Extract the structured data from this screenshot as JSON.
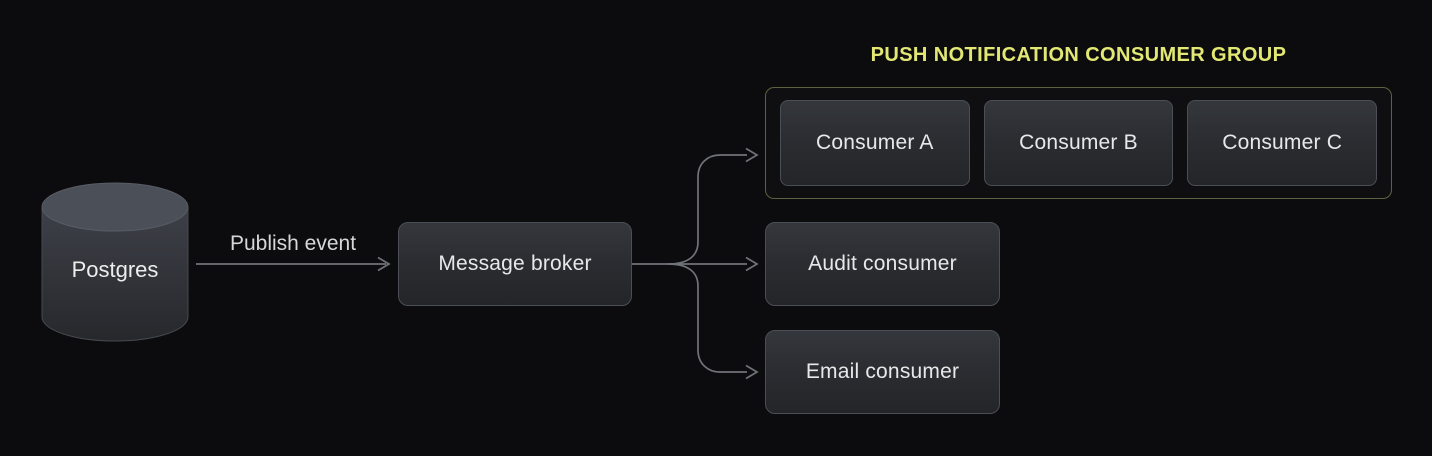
{
  "diagram": {
    "group": {
      "title": "PUSH NOTIFICATION CONSUMER GROUP",
      "members": [
        "Consumer A",
        "Consumer B",
        "Consumer C"
      ]
    },
    "nodes": {
      "postgres": {
        "label": "Postgres",
        "shape": "database-cylinder"
      },
      "message_broker": {
        "label": "Message broker"
      },
      "consumer_a": {
        "label": "Consumer A"
      },
      "consumer_b": {
        "label": "Consumer B"
      },
      "consumer_c": {
        "label": "Consumer C"
      },
      "audit_consumer": {
        "label": "Audit consumer"
      },
      "email_consumer": {
        "label": "Email consumer"
      }
    },
    "edges": {
      "publish_event": {
        "label": "Publish event",
        "from": "postgres",
        "to": "message_broker"
      },
      "broker_to_group": {
        "label": "",
        "from": "message_broker",
        "to": "push_notification_consumer_group"
      },
      "broker_to_audit": {
        "label": "",
        "from": "message_broker",
        "to": "audit_consumer"
      },
      "broker_to_email": {
        "label": "",
        "from": "message_broker",
        "to": "email_consumer"
      }
    },
    "colors": {
      "background": "#0c0c0e",
      "node_fill_top": "#34373c",
      "node_fill_bottom": "#232528",
      "node_border": "#4b4e54",
      "group_border": "#5e6040",
      "accent_yellow": "#e3e874",
      "connector_gray": "#70737a",
      "text": "#e7e8e9",
      "cylinder_top": "#4b4f58"
    }
  }
}
